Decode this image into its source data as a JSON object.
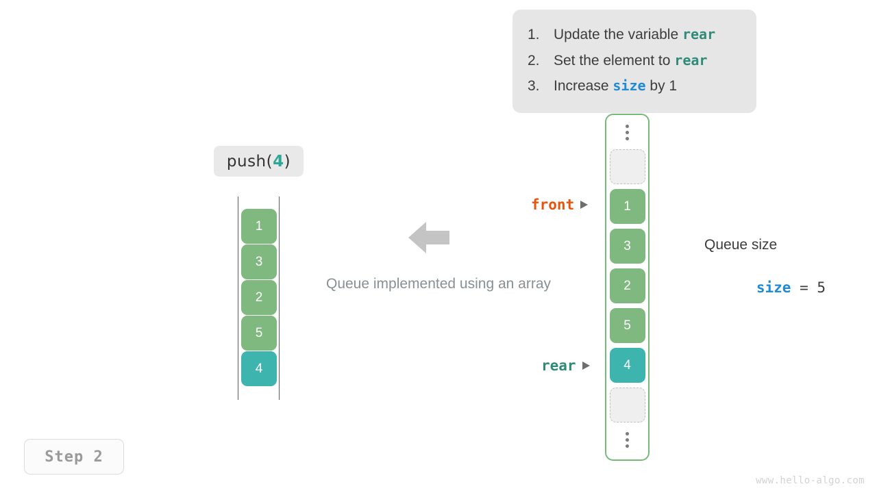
{
  "instructions": {
    "items": [
      {
        "num": "1.",
        "pre": "Update the variable ",
        "kw": "rear",
        "kw_color": "teal",
        "post": ""
      },
      {
        "num": "2.",
        "pre": "Set the element to ",
        "kw": "rear",
        "kw_color": "teal",
        "post": ""
      },
      {
        "num": "3.",
        "pre": "Increase ",
        "kw": "size",
        "kw_color": "blue",
        "post": " by 1"
      }
    ]
  },
  "operation": {
    "name": "push(",
    "arg": "4",
    "close": ")"
  },
  "left_queue": {
    "cells": [
      {
        "value": "1",
        "color": "green"
      },
      {
        "value": "3",
        "color": "green"
      },
      {
        "value": "2",
        "color": "green"
      },
      {
        "value": "5",
        "color": "green"
      },
      {
        "value": "4",
        "color": "teal"
      }
    ]
  },
  "caption": "Queue implemented using an array",
  "memory_column": {
    "top_ellipsis": "⋮",
    "bottom_ellipsis": "⋮",
    "cells": [
      {
        "value": "",
        "color": "empty"
      },
      {
        "value": "1",
        "color": "green"
      },
      {
        "value": "3",
        "color": "green"
      },
      {
        "value": "2",
        "color": "green"
      },
      {
        "value": "5",
        "color": "green"
      },
      {
        "value": "4",
        "color": "teal"
      },
      {
        "value": "",
        "color": "empty"
      }
    ]
  },
  "pointers": {
    "front": "front",
    "rear": "rear"
  },
  "size_info": {
    "title": "Queue size",
    "var": "size",
    "equals": " = ",
    "value": "5"
  },
  "step_badge": "Step 2",
  "watermark": "www.hello-algo.com",
  "colors": {
    "green": "#80b97f",
    "teal": "#3eb4ae",
    "front": "#e8540c",
    "rear": "#2f8a78",
    "size": "#1f8ad6",
    "container_border": "#74bb7a"
  }
}
